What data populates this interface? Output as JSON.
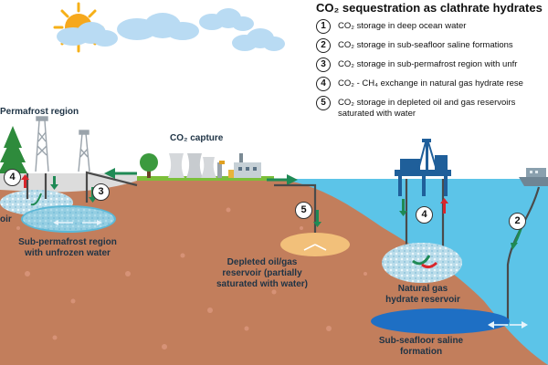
{
  "title": "CO₂ sequestration as clathrate hydrates",
  "legend": [
    {
      "num": "1",
      "text": "CO₂ storage in deep ocean water"
    },
    {
      "num": "2",
      "text": "CO₂ storage in sub-seafloor saline formations"
    },
    {
      "num": "3",
      "text": "CO₂ storage in sub-permafrost region with unfr"
    },
    {
      "num": "4",
      "text": "CO₂ - CH₄ exchange in natural gas hydrate rese"
    },
    {
      "num": "5",
      "text": "CO₂ storage in depleted oil and gas reservoirs",
      "text2": "saturated with water"
    }
  ],
  "labels": {
    "permafrost": "Permafrost region",
    "reservoir_cut": "oir",
    "co2_capture": "CO₂ capture",
    "subpermafrost_1": "Sub-permafrost region",
    "subpermafrost_2": "with unfrozen water",
    "depleted_1": "Depleted oil/gas",
    "depleted_2": "reservoir (partially",
    "depleted_3": "saturated with water)",
    "hydrate_1": "Natural gas",
    "hydrate_2": "hydrate reservoir",
    "saline_1": "Sub-seafloor saline",
    "saline_2": "formation"
  },
  "badges": {
    "b4_land": "4",
    "b3": "3",
    "b5": "5",
    "b4_sea": "4",
    "b2": "2"
  },
  "colors": {
    "sky": "#ffffff",
    "sea": "#5cc4e8",
    "soil": "#c27e5c",
    "soil_dots": "#d9957a",
    "grass": "#7cbf3a",
    "pipe": "#4a4a4a",
    "arrow_green": "#1f8a55",
    "arrow_red": "#d9262b",
    "saline": "#1e6fc4",
    "oil": "#f2c07a",
    "hydrate": "#dceef5"
  },
  "icons": [
    "sun-icon",
    "cloud-icon",
    "tree-icon",
    "drill-rig-icon",
    "factory-icon",
    "oil-platform-icon",
    "ship-icon"
  ]
}
